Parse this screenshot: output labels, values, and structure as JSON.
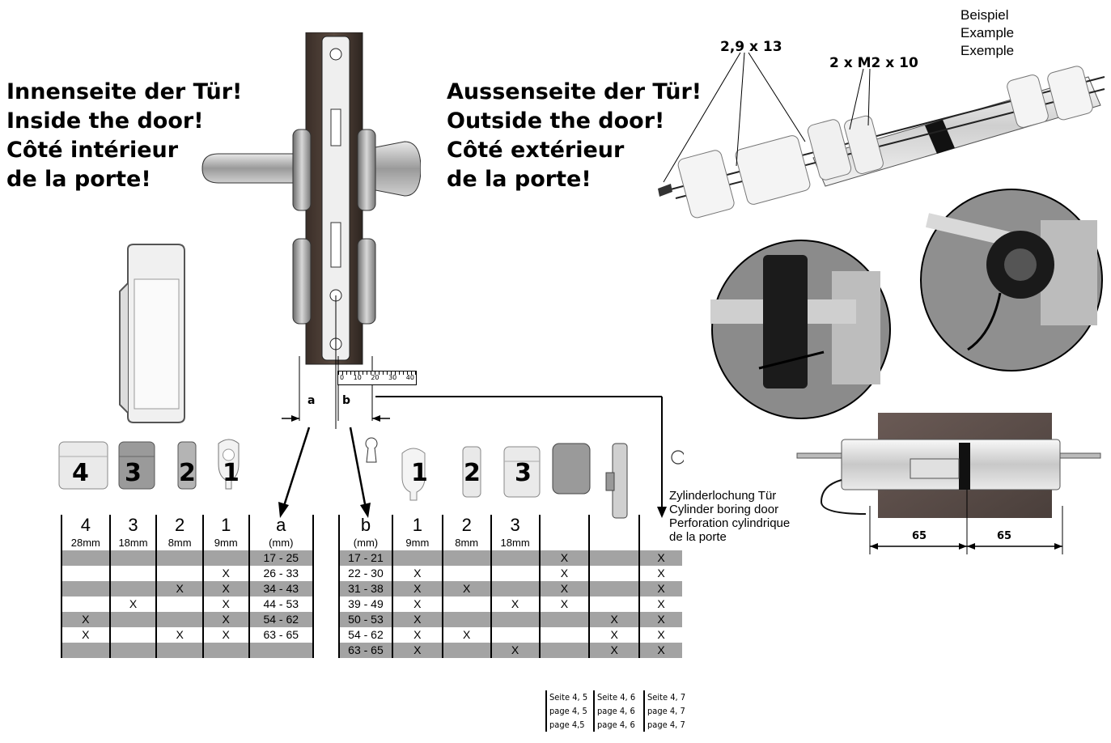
{
  "inside_title": [
    "Innenseite der Tür!",
    "Inside the door!",
    "Côté intérieur",
    "de la porte!"
  ],
  "outside_title": [
    "Aussenseite der Tür!",
    "Outside the door!",
    "Côté extérieur",
    "de la porte!"
  ],
  "example_label": [
    "Beispiel",
    "Example",
    "Exemple"
  ],
  "screw_label_1": "2,9 x 13",
  "screw_label_2": "2 x M2 x 10",
  "dimension_a": "a",
  "dimension_b": "b",
  "ruler_ticks": [
    "0",
    "10",
    "20",
    "30",
    "40"
  ],
  "boring_label": [
    "Zylinderlochung Tür",
    "Cylinder boring door",
    "Perforation cylindrique",
    "de la porte"
  ],
  "length_left": "65",
  "length_right": "65",
  "inside_pieces": [
    "4",
    "3",
    "2",
    "1"
  ],
  "outside_pieces": [
    "1",
    "2",
    "3"
  ],
  "table_a": {
    "header_numbers": [
      "4",
      "3",
      "2",
      "1",
      "a"
    ],
    "header_units": [
      "28mm",
      "18mm",
      "8mm",
      "9mm",
      "(mm)"
    ],
    "rows": [
      [
        "",
        "",
        "",
        "",
        "17 - 25"
      ],
      [
        "",
        "",
        "",
        "X",
        "26 - 33"
      ],
      [
        "",
        "",
        "X",
        "X",
        "34 - 43"
      ],
      [
        "",
        "X",
        "",
        "X",
        "44 - 53"
      ],
      [
        "X",
        "",
        "",
        "X",
        "54 - 62"
      ],
      [
        "X",
        "",
        "X",
        "X",
        "63 - 65"
      ],
      [
        "",
        "",
        "",
        "",
        ""
      ]
    ]
  },
  "table_b": {
    "header_numbers": [
      "b",
      "1",
      "2",
      "3",
      "",
      "",
      ""
    ],
    "header_units": [
      "(mm)",
      "9mm",
      "8mm",
      "18mm",
      "",
      "",
      ""
    ],
    "rows": [
      [
        "17 - 21",
        "",
        "",
        "",
        "X",
        "",
        "X"
      ],
      [
        "22 - 30",
        "X",
        "",
        "",
        "X",
        "",
        "X"
      ],
      [
        "31 - 38",
        "X",
        "X",
        "",
        "X",
        "",
        "X"
      ],
      [
        "39 - 49",
        "X",
        "",
        "X",
        "X",
        "",
        "X"
      ],
      [
        "50 - 53",
        "X",
        "",
        "",
        "",
        "X",
        "X"
      ],
      [
        "54 - 62",
        "X",
        "X",
        "",
        "",
        "X",
        "X"
      ],
      [
        "63 - 65",
        "X",
        "",
        "X",
        "",
        "X",
        "X"
      ]
    ]
  },
  "page_refs": [
    [
      "Seite 4, 5",
      "page 4, 5",
      "page 4,5"
    ],
    [
      "Seite 4, 6",
      "page 4, 6",
      "page 4, 6"
    ],
    [
      "Seite 4, 7",
      "page 4, 7",
      "page 4, 7"
    ]
  ]
}
